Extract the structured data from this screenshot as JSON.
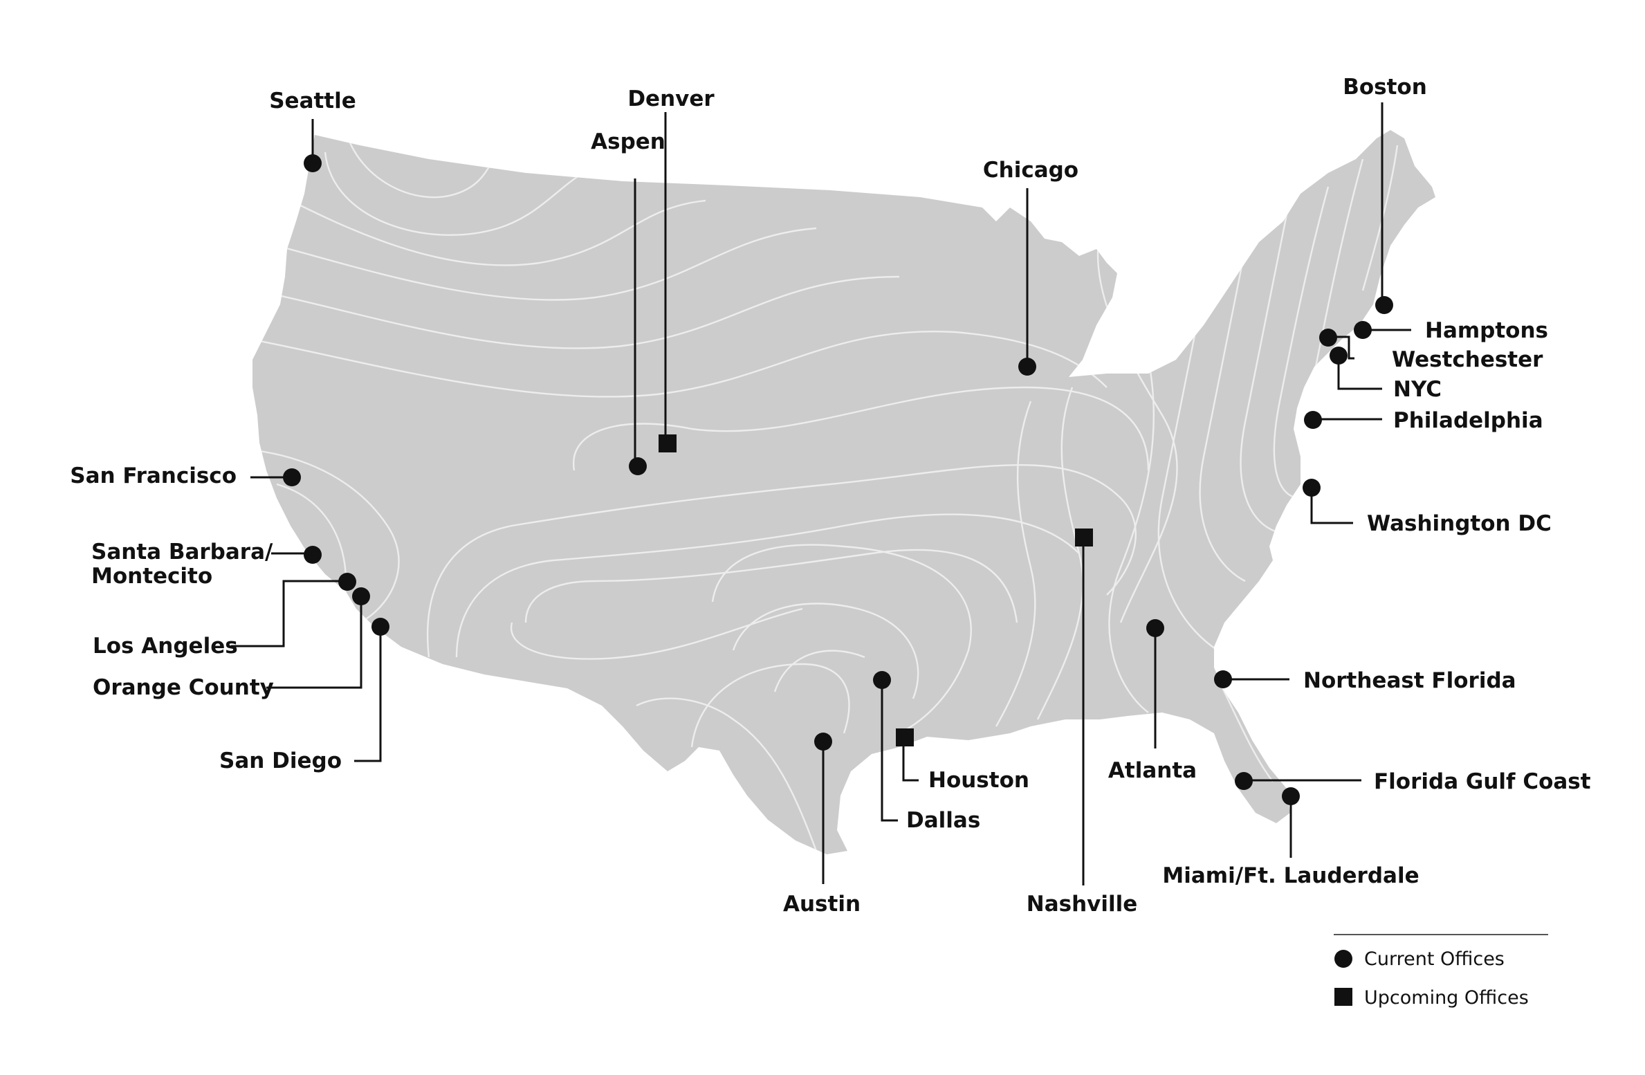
{
  "colors": {
    "land": "#cccccc",
    "contour": "#ededed",
    "marker": "#111111",
    "background": "#ffffff"
  },
  "map": {
    "region": "Contiguous United States",
    "style": "grey landmass with white topographic contour lines"
  },
  "offices": [
    {
      "name": "Seattle",
      "status": "current"
    },
    {
      "name": "Aspen",
      "status": "current"
    },
    {
      "name": "Denver",
      "status": "upcoming"
    },
    {
      "name": "Chicago",
      "status": "current"
    },
    {
      "name": "Boston",
      "status": "current"
    },
    {
      "name": "Hamptons",
      "status": "current"
    },
    {
      "name": "Westchester",
      "status": "current"
    },
    {
      "name": "NYC",
      "status": "current"
    },
    {
      "name": "Philadelphia",
      "status": "current"
    },
    {
      "name": "Washington DC",
      "status": "current"
    },
    {
      "name": "Nashville",
      "status": "upcoming"
    },
    {
      "name": "Atlanta",
      "status": "current"
    },
    {
      "name": "Northeast Florida",
      "status": "current"
    },
    {
      "name": "Florida Gulf Coast",
      "status": "current"
    },
    {
      "name": "Miami/Ft. Lauderdale",
      "status": "current"
    },
    {
      "name": "Houston",
      "status": "upcoming"
    },
    {
      "name": "Dallas",
      "status": "current"
    },
    {
      "name": "Austin",
      "status": "current"
    },
    {
      "name": "San Francisco",
      "status": "current"
    },
    {
      "name": "Santa Barbara/",
      "name_line2": "Montecito",
      "status": "current"
    },
    {
      "name": "Los Angeles",
      "status": "current"
    },
    {
      "name": "Orange County",
      "status": "current"
    },
    {
      "name": "San Diego",
      "status": "current"
    }
  ],
  "legend": {
    "current_label": "Current Offices",
    "upcoming_label": "Upcoming Offices"
  }
}
